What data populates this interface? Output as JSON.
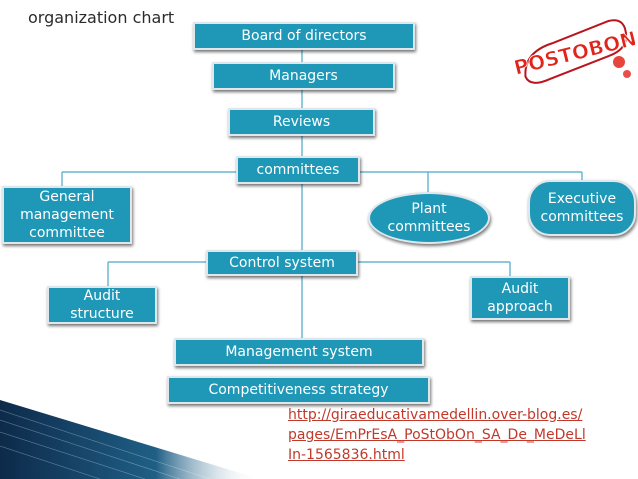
{
  "title": "organization chart",
  "nodes": {
    "board": "Board of directors",
    "managers": "Managers",
    "reviews": "Reviews",
    "committees": "committees",
    "general_management": "General\nmanagement\ncommittee",
    "plant": "Plant\ncommittees",
    "executive": "Executive\ncommittees",
    "control_system": "Control system",
    "audit_structure": "Audit\nstructure",
    "audit_approach": "Audit\napproach",
    "management_system": "Management system",
    "competitiveness": "Competitiveness strategy"
  },
  "link": "http://giraeducativamedellin.over-blog.es/pages/EmPrEsA_PoStObOn_SA_De_MeDeLlIn-1565836.html",
  "logo": {
    "text": "POSTOBON",
    "fill_color": "#e2231a",
    "outline_color": "#ffffff"
  },
  "colors": {
    "box": "#1f98b8",
    "line": "#4aa8c6",
    "link": "#c0392b",
    "wedge_dark": "#0d2a4a"
  }
}
